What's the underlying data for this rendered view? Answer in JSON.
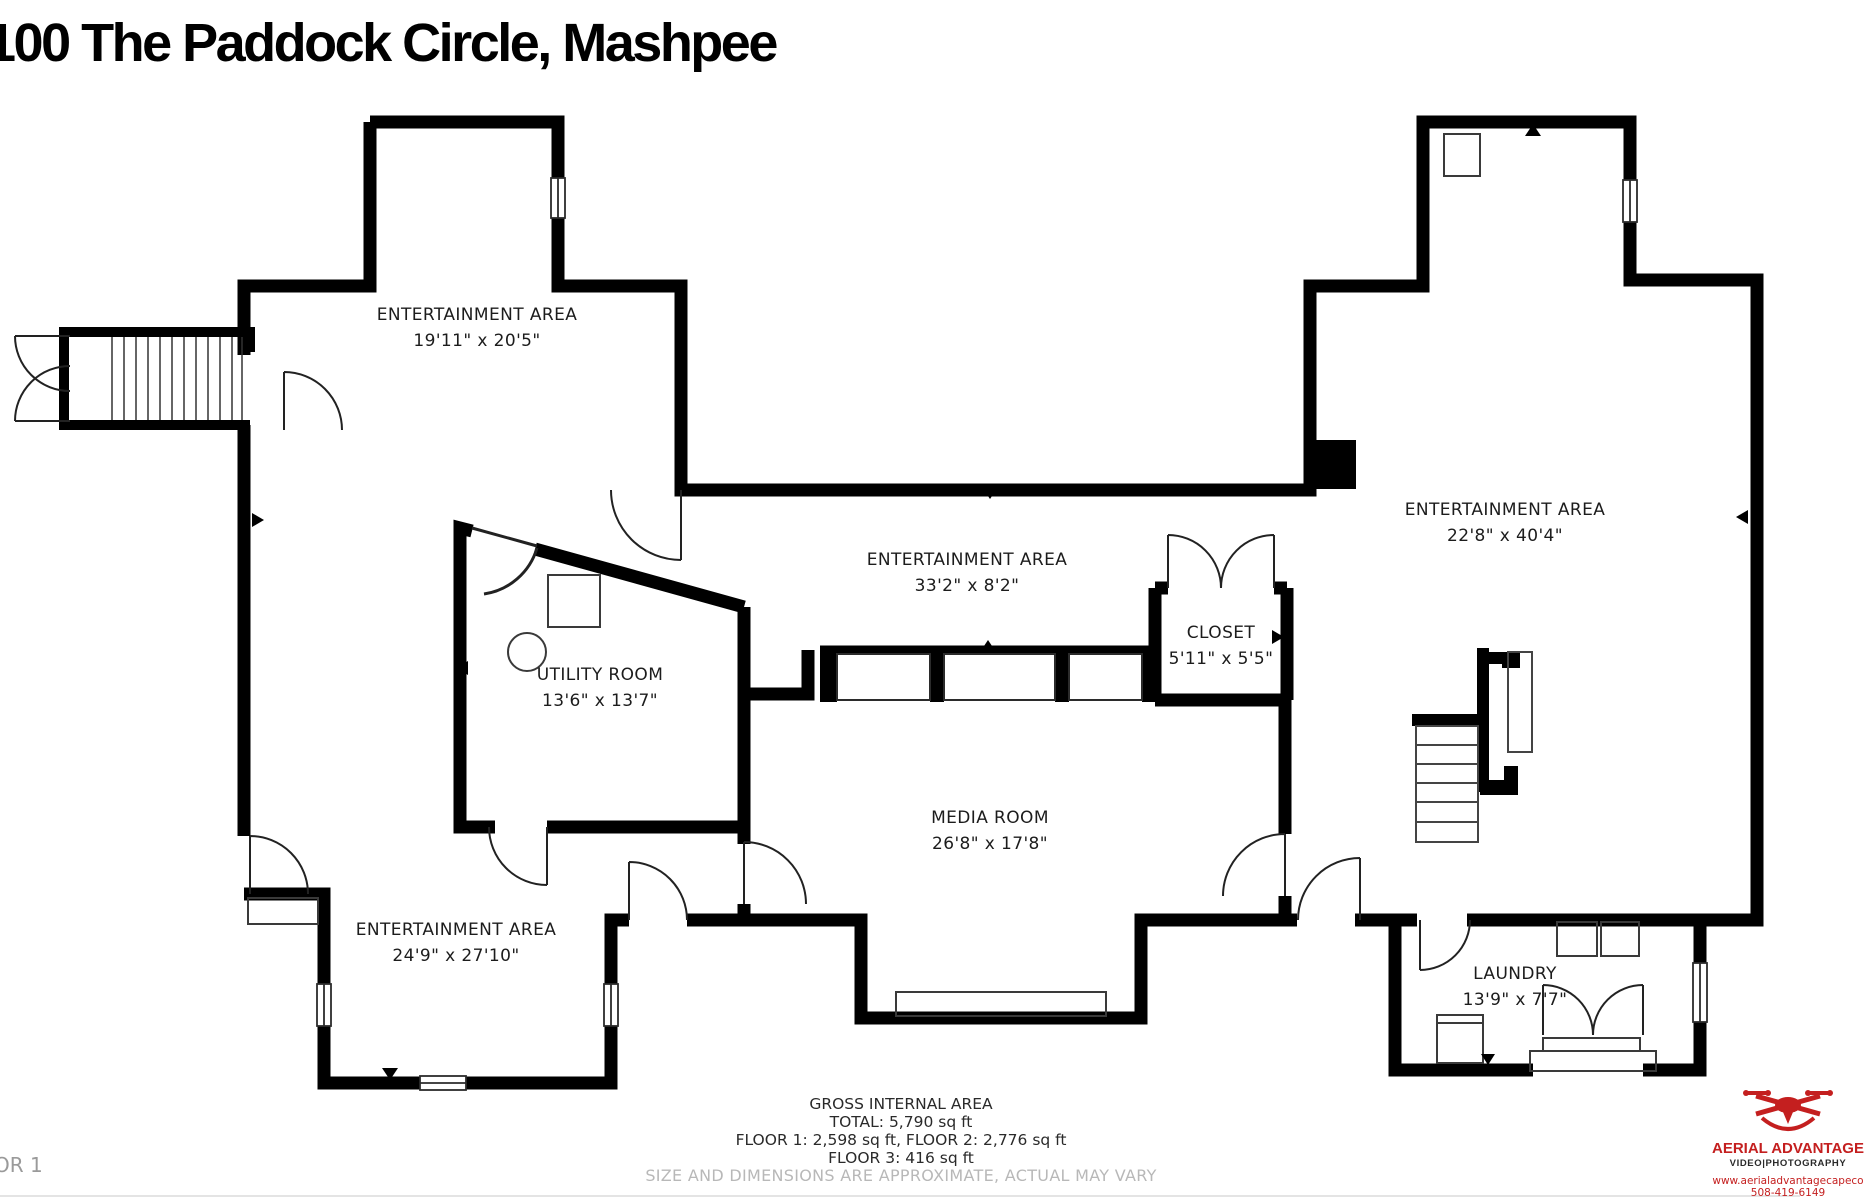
{
  "page": {
    "title": "100 The Paddock Circle, Mashpee"
  },
  "floor_plan": {
    "rooms": [
      {
        "name": "ENTERTAINMENT AREA",
        "dims": "19'11\" x 20'5\""
      },
      {
        "name": "ENTERTAINMENT AREA",
        "dims": "33'2\" x 8'2\""
      },
      {
        "name": "ENTERTAINMENT AREA",
        "dims": "22'8\" x 40'4\""
      },
      {
        "name": "CLOSET",
        "dims": "5'11\" x 5'5\""
      },
      {
        "name": "UTILITY ROOM",
        "dims": "13'6\" x 13'7\""
      },
      {
        "name": "MEDIA ROOM",
        "dims": "26'8\" x 17'8\""
      },
      {
        "name": "ENTERTAINMENT AREA",
        "dims": "24'9\" x 27'10\""
      },
      {
        "name": "LAUNDRY",
        "dims": "13'9\" x 7'7\""
      }
    ]
  },
  "footer": {
    "heading": "GROSS INTERNAL AREA",
    "total": "TOTAL: 5,790 sq ft",
    "floors_1_2": "FLOOR 1: 2,598 sq ft, FLOOR 2: 2,776 sq ft",
    "floor_3": "FLOOR 3: 416 sq ft",
    "disclaimer": "SIZE AND DIMENSIONS ARE APPROXIMATE, ACTUAL MAY VARY",
    "floor_label": "OR 1"
  },
  "branding": {
    "name": "AERIAL ADVANTAGE",
    "tagline": "VIDEO|PHOTOGRAPHY",
    "website": "www.aerialadvantagecapeco",
    "phone": "508-419-6149",
    "accent_color": "#c41f1f"
  },
  "colors": {
    "walls": "#000000",
    "labels": "#1c1c1c",
    "muted": "#b8b8b8"
  }
}
